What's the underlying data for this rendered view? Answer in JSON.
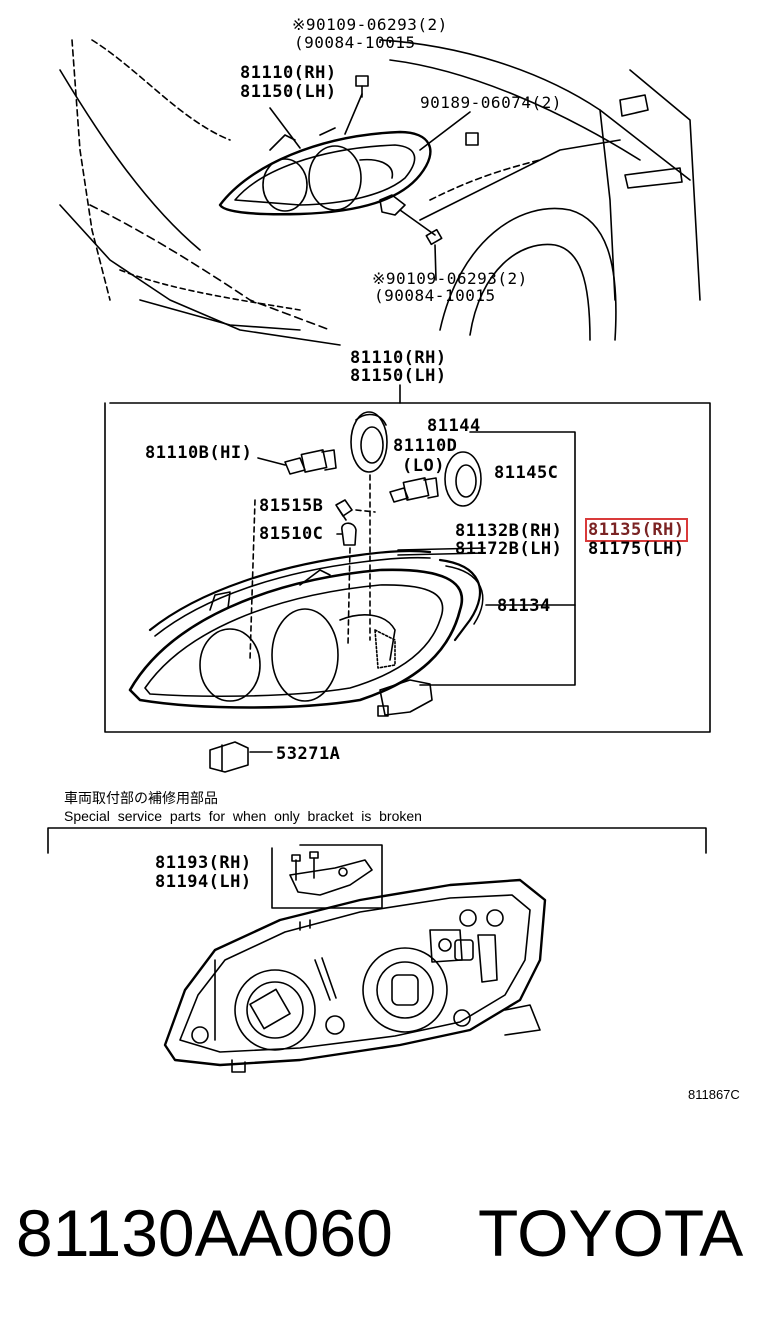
{
  "top": {
    "screw_top": [
      "※90109-06293(2)",
      "(90084-10015"
    ],
    "headlamp_top": [
      "81110(RH)",
      "81150(LH)"
    ],
    "nut": "90189-06074(2)",
    "screw_bottom": [
      "※90109-06293(2)",
      "(90084-10015"
    ]
  },
  "assembly": {
    "headlamp": [
      "81110(RH)",
      "81150(LH)"
    ],
    "part_81144": "81144",
    "part_81110b": "81110B(HI)",
    "part_81110d": [
      "81110D",
      "(LO)"
    ],
    "part_81145c": "81145C",
    "part_81515b": "81515B",
    "part_81510c": "81510C",
    "part_81132b": [
      "81132B(RH)",
      "81172B(LH)"
    ],
    "part_81135": [
      "81135(RH)",
      "81175(LH)"
    ],
    "part_81134": "81134",
    "part_53271a": "53271A"
  },
  "service": {
    "note_jp": "車両取付部の補修用部品",
    "note_en": "Special  service  parts  for  when  only  bracket  is  broken",
    "bracket": [
      "81193(RH)",
      "81194(LH)"
    ]
  },
  "figure_code": "811867C",
  "footer": {
    "part_number": "81130AA060",
    "brand": "TOYOTA"
  }
}
